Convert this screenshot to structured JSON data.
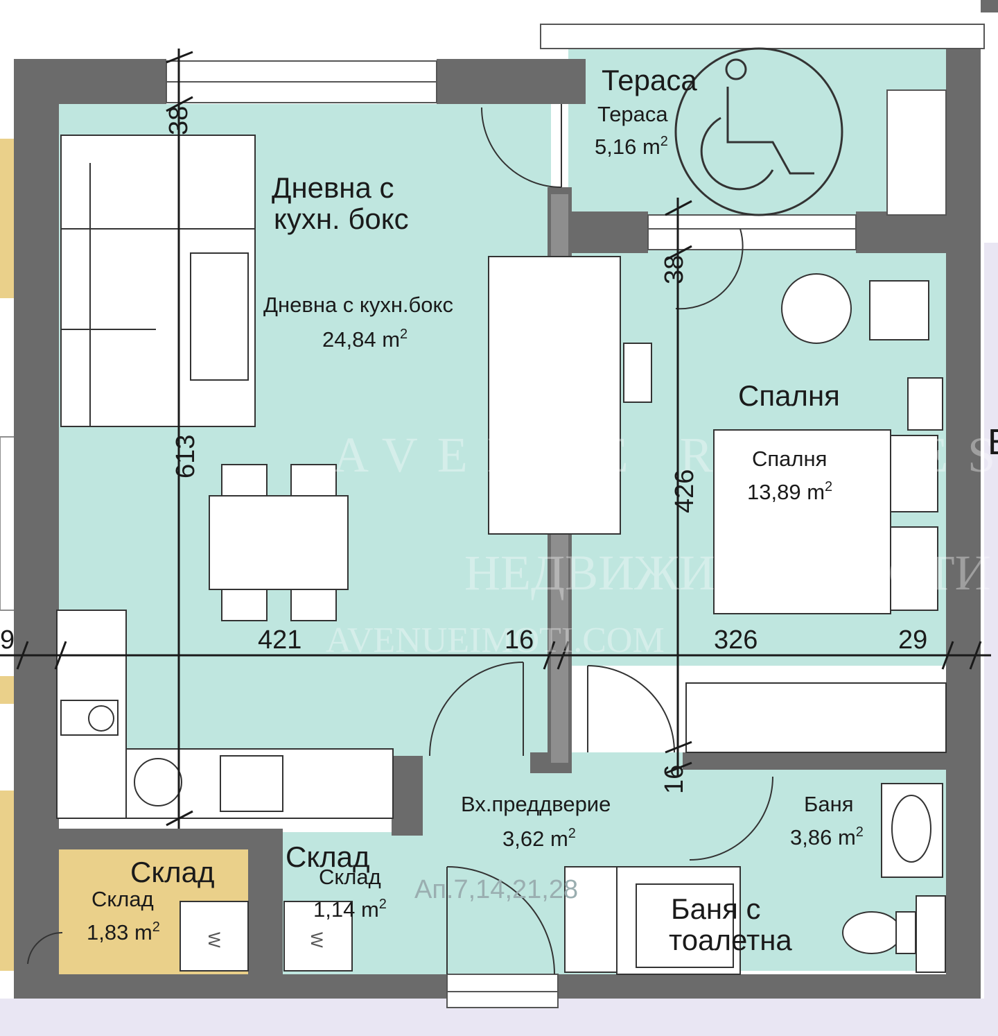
{
  "colors": {
    "room_fill": "#bfe6df",
    "storage_fill": "#ead08a",
    "wall": "#6b6b6b",
    "wall_light": "#8e8e8e",
    "outside": "#e9e6f3",
    "furniture": "#ffffff",
    "line": "#1a1a1a"
  },
  "rooms": {
    "living": {
      "title_line1": "Дневна с",
      "title_line2": "кухн. бокс",
      "name": "Дневна с кухн.бокс",
      "area": "24,84 m",
      "sup": "2"
    },
    "terrace": {
      "title": "Тераса",
      "name": "Тераса",
      "area": "5,16 m",
      "sup": "2"
    },
    "bedroom": {
      "title": "Спалня",
      "name": "Спалня",
      "area": "13,89 m",
      "sup": "2"
    },
    "hallway": {
      "name": "Вх.преддверие",
      "area": "3,62 m",
      "sup": "2"
    },
    "bathroom": {
      "name": "Баня",
      "area": "3,86 m",
      "sup": "2",
      "title_line1": "Баня с",
      "title_line2": "тоалетна"
    },
    "storage_left": {
      "title": "Склад",
      "name": "Склад",
      "area": "1,83 m",
      "sup": "2"
    },
    "storage_mid": {
      "title": "Склад",
      "name": "Склад",
      "area": "1,14 m",
      "sup": "2"
    }
  },
  "apartment_label": "Ап.7,14,21,28",
  "dimensions": {
    "d38_top": "38",
    "d613": "613",
    "d38_bed": "38",
    "d426": "426",
    "d16_bath": "16",
    "d421": "421",
    "d16_mid": "16",
    "d326": "326",
    "d29": "29",
    "d9": "9"
  },
  "watermark": {
    "line1": "AVENUE REAL ESTATE",
    "line2": "НЕДВИЖИМИ ИМОТИ",
    "line3": "AVENUEIMOTI.COM"
  },
  "wardrobe_mark": "W",
  "edge_fragment": "E"
}
